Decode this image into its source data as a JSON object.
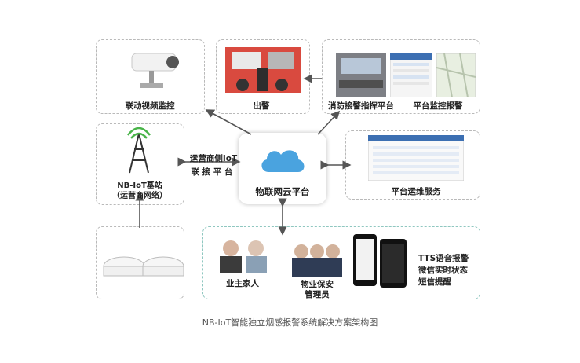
{
  "nodes": {
    "video": "联动视频监控",
    "alarm": "出警",
    "dispatch": "消防接警指挥平台",
    "monitor": "平台监控报警",
    "nbiot_line1": "NB-IoT基站",
    "nbiot_line2": "（运营商网络）",
    "cloud": "物联网云平台",
    "ops": "平台运维服务",
    "owner": "业主家人",
    "security_line1": "物业保安",
    "security_line2": "管理员",
    "notify_line1": "TTS语音报警",
    "notify_line2": "微信实时状态",
    "notify_line3": "短信提醒"
  },
  "edge_labels": {
    "carrier_line1": "运营商侧IoT",
    "carrier_line2": "联 接 平 台"
  },
  "caption": "NB-IoT智能独立烟感报警系统解决方案架构图",
  "colors": {
    "cloud": "#4aa3df",
    "arrow": "#555555",
    "dash": "#b9b9b9",
    "teal_dash": "#8fc7c0"
  }
}
